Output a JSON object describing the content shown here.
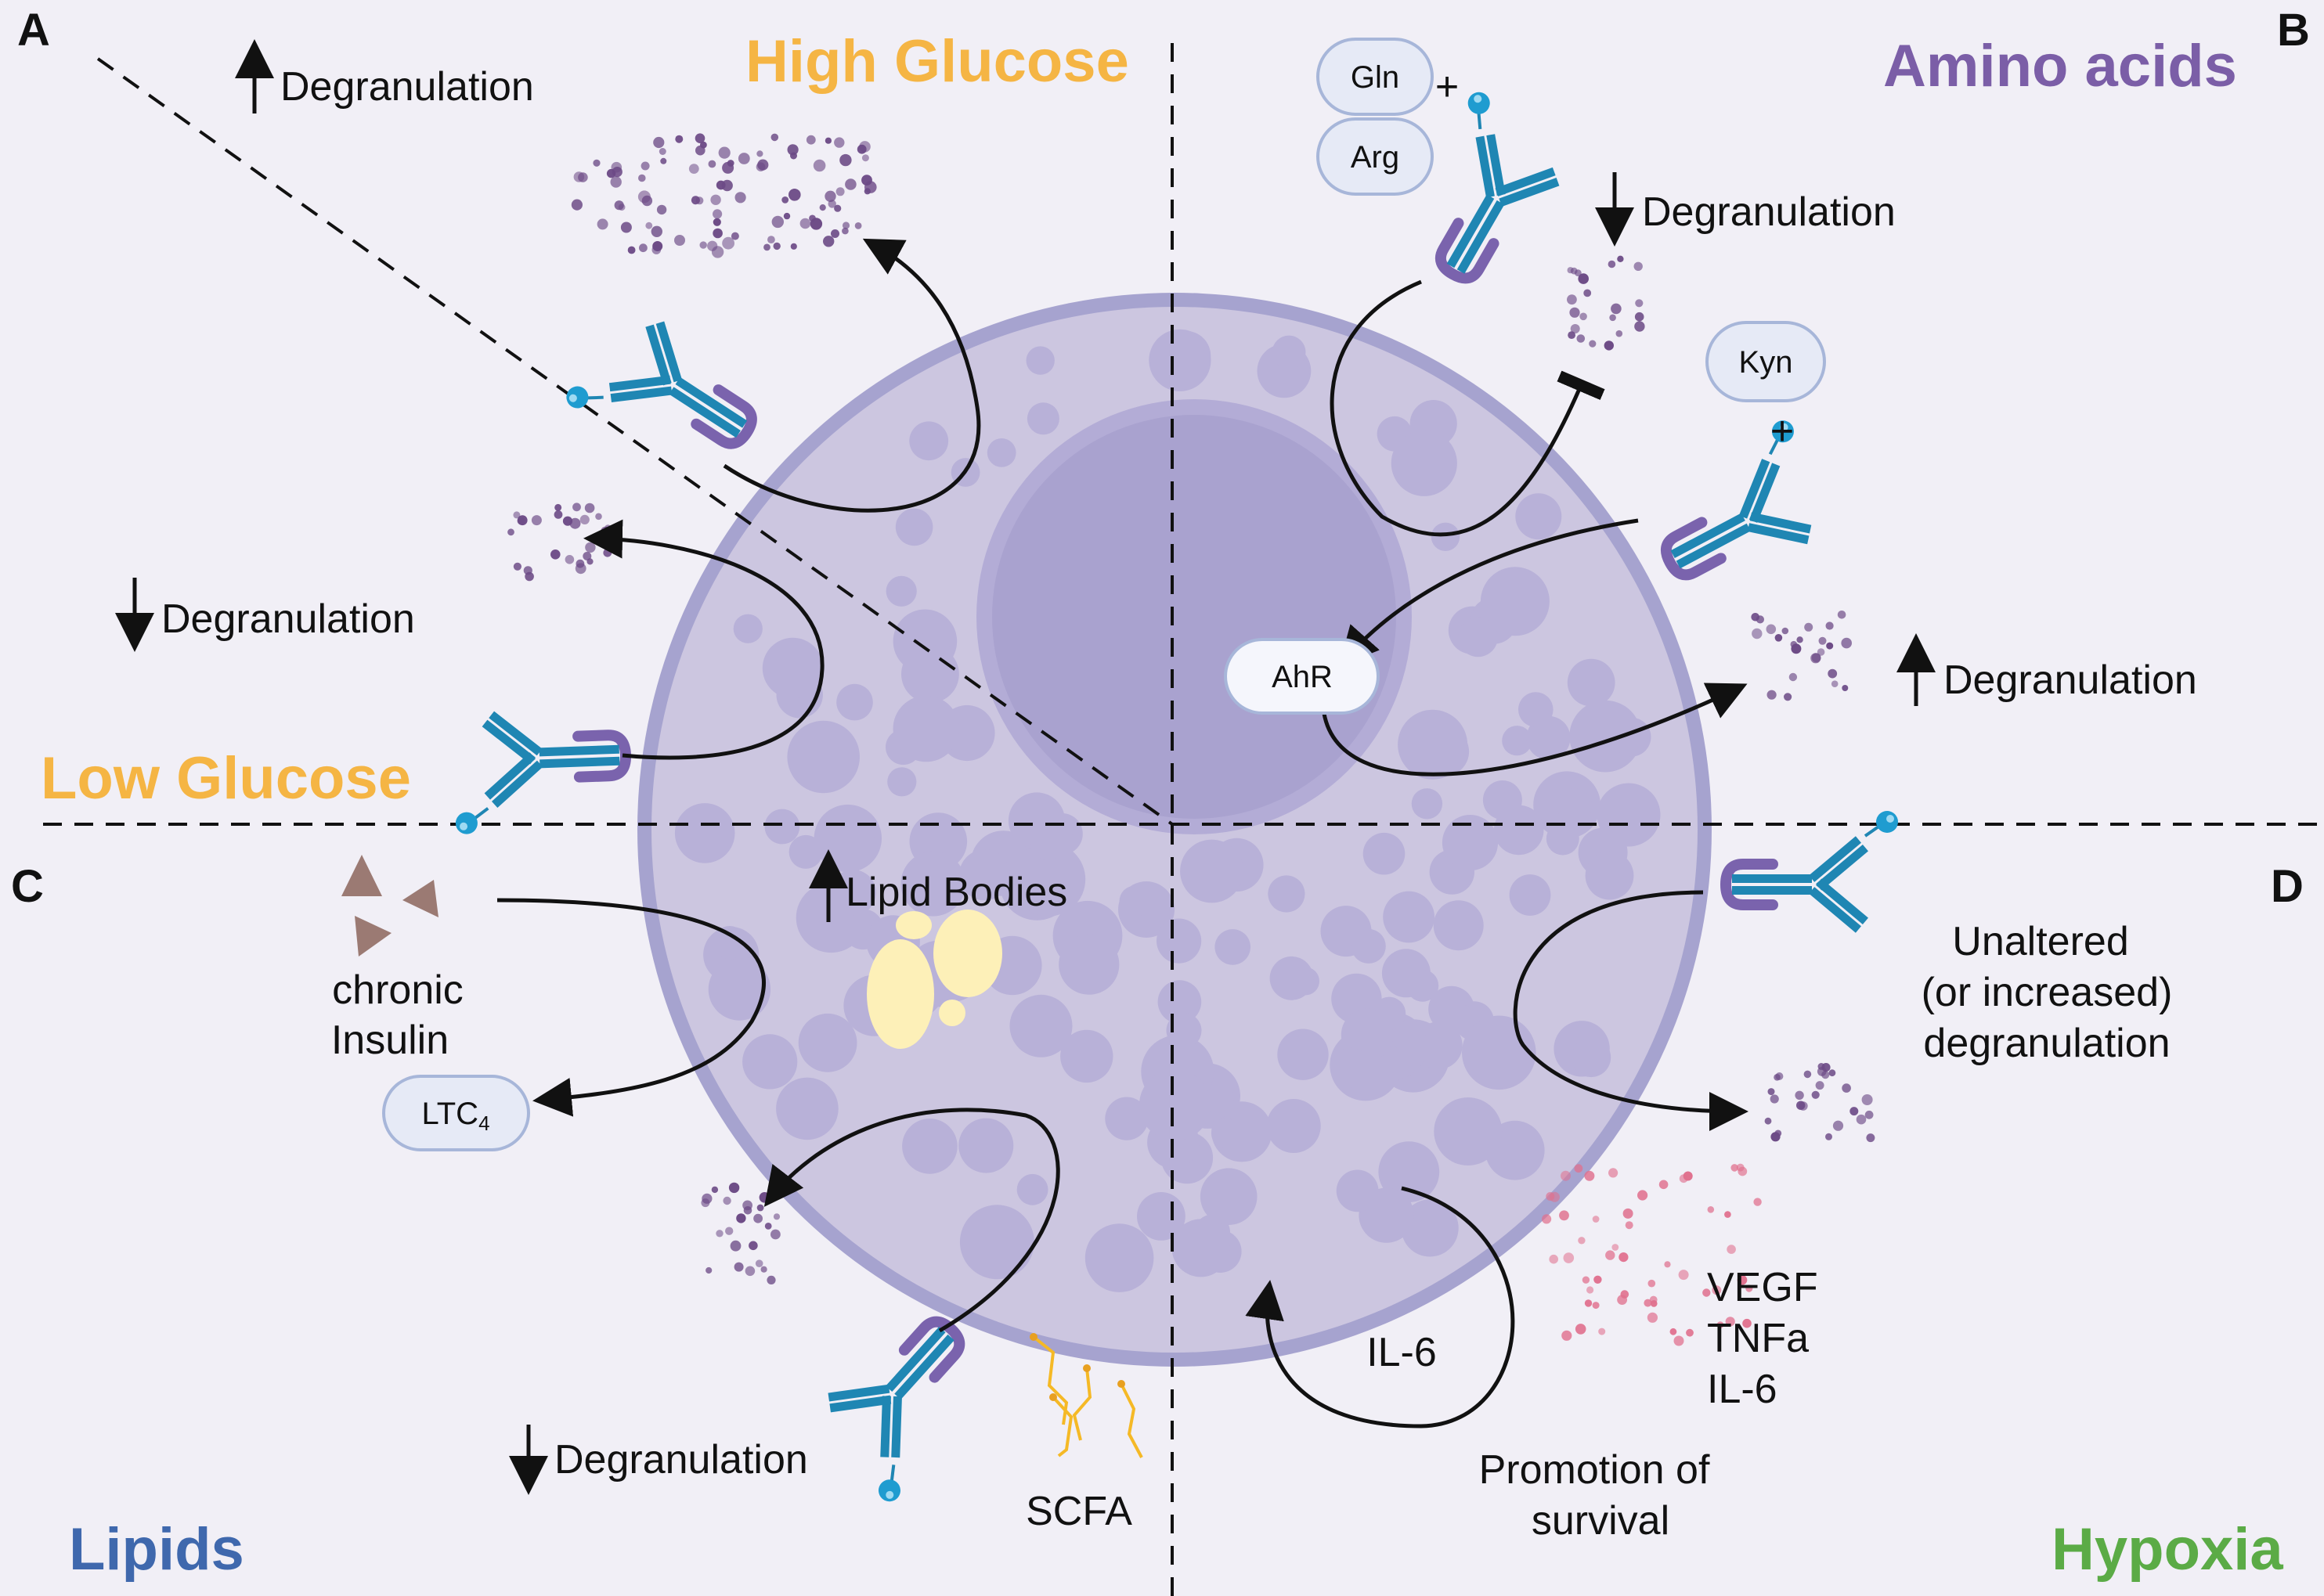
{
  "panels": {
    "a": "A",
    "b": "B",
    "c": "C",
    "d": "D"
  },
  "conditions": {
    "high_glucose": "High Glucose",
    "low_glucose": "Low Glucose",
    "amino_acids": "Amino acids",
    "lipids": "Lipids",
    "hypoxia": "Hypoxia"
  },
  "labels": {
    "high_glucose_degranulation": "Degranulation",
    "low_glucose_degranulation": "Degranulation",
    "amino_degranulation": "Degranulation",
    "kyn_degranulation": "Degranulation",
    "lipid_bodies": "Lipid Bodies",
    "chronic": "chronic",
    "insulin": "Insulin",
    "scfa_degranulation": "Degranulation",
    "scfa": "SCFA",
    "unaltered_1": "Unaltered",
    "unaltered_2": "(or increased)",
    "unaltered_3": "degranulation",
    "vegf": "VEGF",
    "tnfa": "TNFa",
    "il6_secreted": "IL-6",
    "il6_loop": "IL-6",
    "survival_1": "Promotion of",
    "survival_2": "survival",
    "gln_plus": "+",
    "kyn_plus": "+"
  },
  "pills": {
    "gln": "Gln",
    "arg": "Arg",
    "kyn": "Kyn",
    "ahr": "AhR",
    "ltc4": "LTC",
    "ltc4_sub": "4"
  },
  "colors": {
    "background": "#f1eff6",
    "glucose": "#f5b544",
    "amino_acids": "#7b5ea7",
    "lipids": "#3f68ad",
    "hypoxia": "#5bab46",
    "cell_membrane": "#a6a3cf",
    "cytoplasm": "#ccc6e0",
    "nucleus": "#a9a2cf",
    "granule": "#b8b1d8",
    "granule_release": "#6c4a86",
    "cytokine_dots": "#e0708e",
    "receptor": "#8068b0",
    "antibody": "#1f86b3",
    "lipid_body": "#fdf0b8",
    "scfa": "#f5b926",
    "insulin": "#9b7a73"
  }
}
